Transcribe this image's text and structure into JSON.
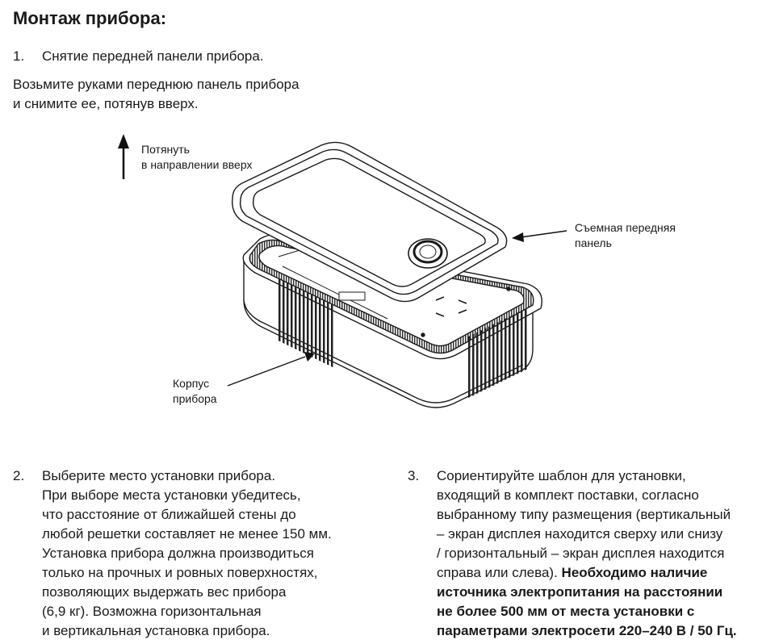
{
  "title": "Монтаж прибора:",
  "step1": {
    "number": "1.",
    "text": "Снятие передней панели прибора.",
    "paragraph": [
      "Возьмите руками переднюю панель прибора",
      "и снимите ее, потянув вверх."
    ]
  },
  "figure": {
    "pull_label": [
      "Потянуть",
      "в направлении вверх"
    ],
    "panel_label": [
      "Съемная передняя",
      "панель"
    ],
    "body_label": [
      "Корпус",
      "прибора"
    ]
  },
  "step2": {
    "number": "2.",
    "lines": [
      "Выберите место установки прибора.",
      "При выборе места установки убедитесь,",
      "что расстояние от ближайшей стены до",
      "любой решетки составляет не менее 150 мм.",
      "Установка прибора должна производиться",
      "только на прочных и ровных поверхностях,",
      "позволяющих выдержать вес прибора",
      "(6,9 кг). Возможна горизонтальная",
      "и вертикальная установка прибора."
    ]
  },
  "step3": {
    "number": "3.",
    "lines": [
      "Сориентируйте шаблон для установки,",
      "входящий в комплект поставки, согласно",
      "выбранному типу размещения (вертикальный",
      "– экран дисплея находится сверху или снизу",
      "/ горизонтальный – экран дисплея находится"
    ],
    "mixed_line_normal": "справа или слева). ",
    "mixed_line_bold": "Необходимо наличие",
    "bold_lines": [
      "источника электропитания на расстоянии",
      "не более 500 мм от места установки с",
      "параметрами электросети 220–240 В / 50 Гц."
    ]
  }
}
